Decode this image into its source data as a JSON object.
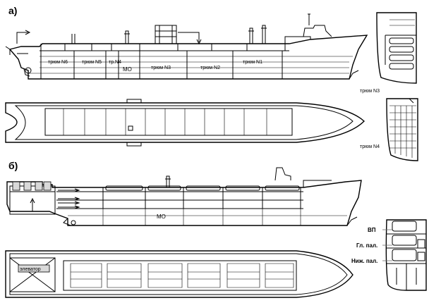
{
  "variant_a": {
    "letter": "а)",
    "holds": [
      "трюм N6",
      "трюм N5",
      "тр.N4",
      "трюм N3",
      "трюм N2",
      "трюм N1"
    ],
    "engine_room": "МО",
    "section_labels": [
      "трюм N3",
      "трюм N4"
    ]
  },
  "variant_b": {
    "letter": "б)",
    "engine_room": "МО",
    "elevator": "элеватор",
    "deck_labels": [
      "ВП",
      "Гл. пал.",
      "Ниж. пал."
    ]
  }
}
